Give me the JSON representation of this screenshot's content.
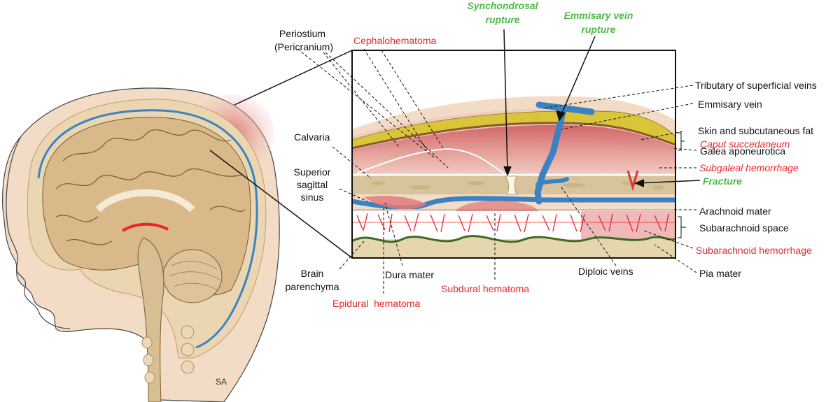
{
  "colors": {
    "red_label": "#e8262a",
    "green_label": "#4cb848",
    "black_label": "#111111",
    "bone": "#e2cfa6",
    "skin": "#f1d5b8",
    "vein": "#3b82c4",
    "galea": "#d9c43a",
    "pia": "#3f6b1f",
    "hemorrhage": "#d9696b"
  },
  "labels": {
    "periostium": "Periostium",
    "pericranium": "(Pericranium)",
    "cephalohematoma": "Cephalohematoma",
    "synchondrosal_1": "Synchondrosal",
    "synchondrosal_2": "rupture",
    "emmisary_rupture_1": "Emmisary vein",
    "emmisary_rupture_2": "rupture",
    "tributary": "Tributary of superficial veins",
    "emmisary_vein": "Emmisary vein",
    "skin_fat": "Skin and subcutaneous fat",
    "caput": "Caput succedaneum",
    "galea": "Galea aponeurotica",
    "subgaleal": "Subgaleal hemorrhage",
    "fracture": "Fracture",
    "calvaria": "Calvaria",
    "superior_1": "Superior",
    "superior_2": "sagittal",
    "superior_3": "sinus",
    "arachnoid": "Arachnoid mater",
    "subarachnoid_space": "Subarachnoid space",
    "subarachnoid_hemorrhage": "Subarachnoid hemorrhage",
    "pia": "Pia mater",
    "diploic": "Diploic veins",
    "brain_1": "Brain",
    "brain_2": "parenchyma",
    "dura": "Dura mater",
    "subdural": "Subdural hematoma",
    "epidural": "Epidural  hematoma",
    "signature": "SA"
  }
}
